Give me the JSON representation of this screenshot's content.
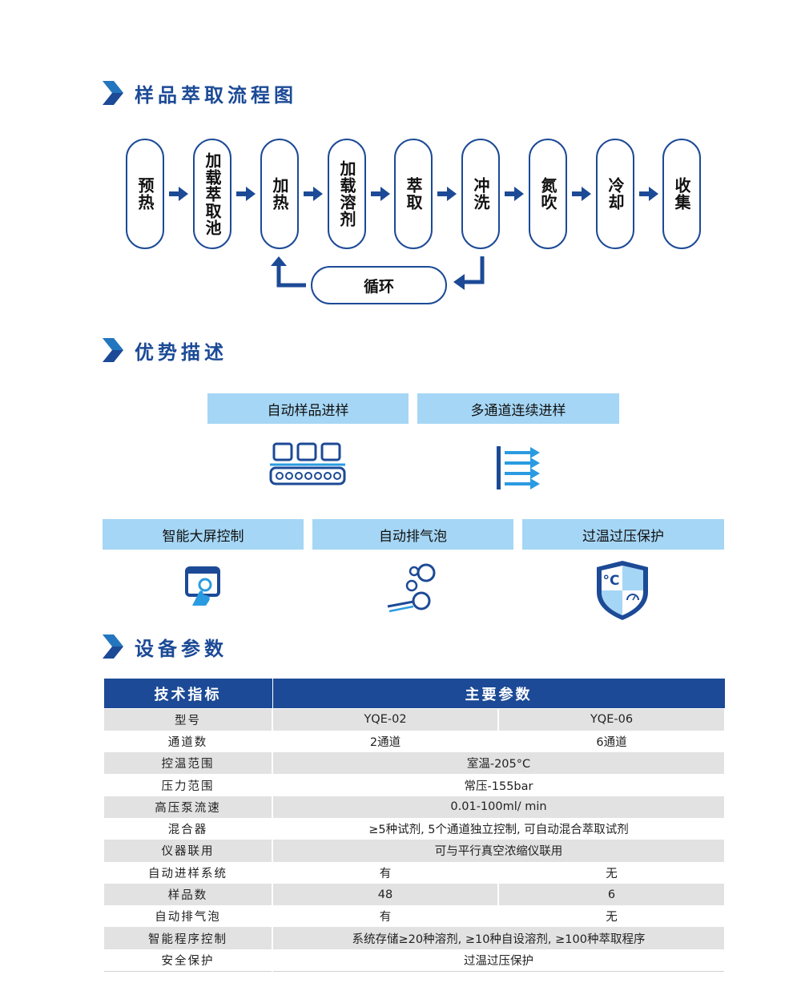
{
  "sections": {
    "flow_title": "样品萃取流程图",
    "advantages_title": "优势描述",
    "specs_title": "设备参数"
  },
  "flow": {
    "steps": [
      "预热",
      "加载萃取池",
      "加热",
      "加载溶剂",
      "萃取",
      "冲洗",
      "氮吹",
      "冷却",
      "收集"
    ],
    "loop_label": "循环"
  },
  "advantages": [
    {
      "label": "自动样品进样",
      "icon": "autosampler-tray-icon"
    },
    {
      "label": "多通道连续进样",
      "icon": "multichannel-arrows-icon"
    },
    {
      "label": "智能大屏控制",
      "icon": "touchscreen-icon"
    },
    {
      "label": "自动排气泡",
      "icon": "bubbles-icon"
    },
    {
      "label": "过温过压保护",
      "icon": "shield-temperature-icon"
    }
  ],
  "shield_text": "°C",
  "specs": {
    "headers": [
      "技术指标",
      "主要参数"
    ],
    "rows": [
      {
        "name": "型号",
        "a": "YQE-02",
        "b": "YQE-06"
      },
      {
        "name": "通道数",
        "a": "2通道",
        "b": "6通道"
      },
      {
        "name": "控温范围",
        "v": "室温-205°C"
      },
      {
        "name": "压力范围",
        "v": "常压-155bar"
      },
      {
        "name": "高压泵流速",
        "v": "0.01-100ml/ min"
      },
      {
        "name": "混合器",
        "v": "≥5种试剂, 5个通道独立控制, 可自动混合萃取试剂"
      },
      {
        "name": "仪器联用",
        "v": "可与平行真空浓缩仪联用"
      },
      {
        "name": "自动进样系统",
        "a": "有",
        "b": "无"
      },
      {
        "name": "样品数",
        "a": "48",
        "b": "6"
      },
      {
        "name": "自动排气泡",
        "a": "有",
        "b": "无"
      },
      {
        "name": "智能程序控制",
        "v": "系统存储≥20种溶剂, ≥10种自设溶剂, ≥100种萃取程序"
      },
      {
        "name": "安全保护",
        "v": "过温过压保护"
      }
    ]
  },
  "colors": {
    "brand": "#1c4a96",
    "accent": "#2a9be0",
    "label_bg": "#a5d6f5"
  }
}
